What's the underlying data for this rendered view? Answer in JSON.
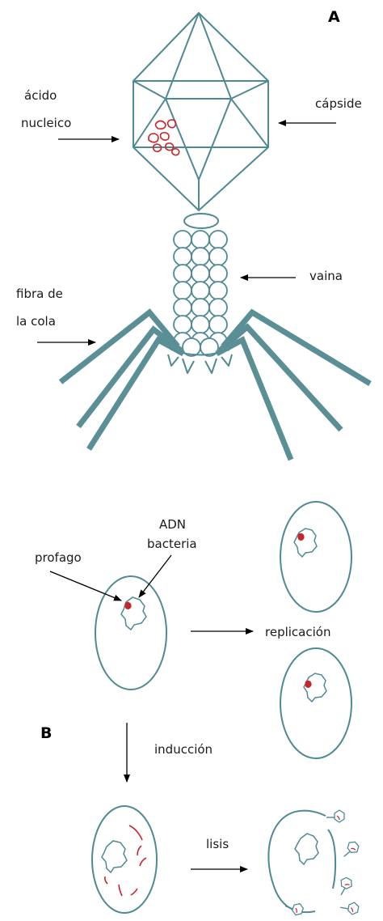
{
  "panel_a": {
    "letter": "A",
    "labels": {
      "acido_line1": "ácido",
      "acido_line2": "nucleico",
      "capside": "cápside",
      "vaina": "vaina",
      "fibra_line1": "fibra de",
      "fibra_line2": "la cola"
    }
  },
  "panel_b": {
    "letter": "B",
    "labels": {
      "profago": "profago",
      "adn_line1": "ADN",
      "adn_line2": "bacteria",
      "replicacion": "replicación",
      "induccion": "inducción",
      "lisis": "lisis"
    }
  },
  "colors": {
    "outline": "#4f8a92",
    "tail_fiber": "#5b8f96",
    "nucleic_acid": "#c8242c",
    "text": "#1a1a1a"
  }
}
